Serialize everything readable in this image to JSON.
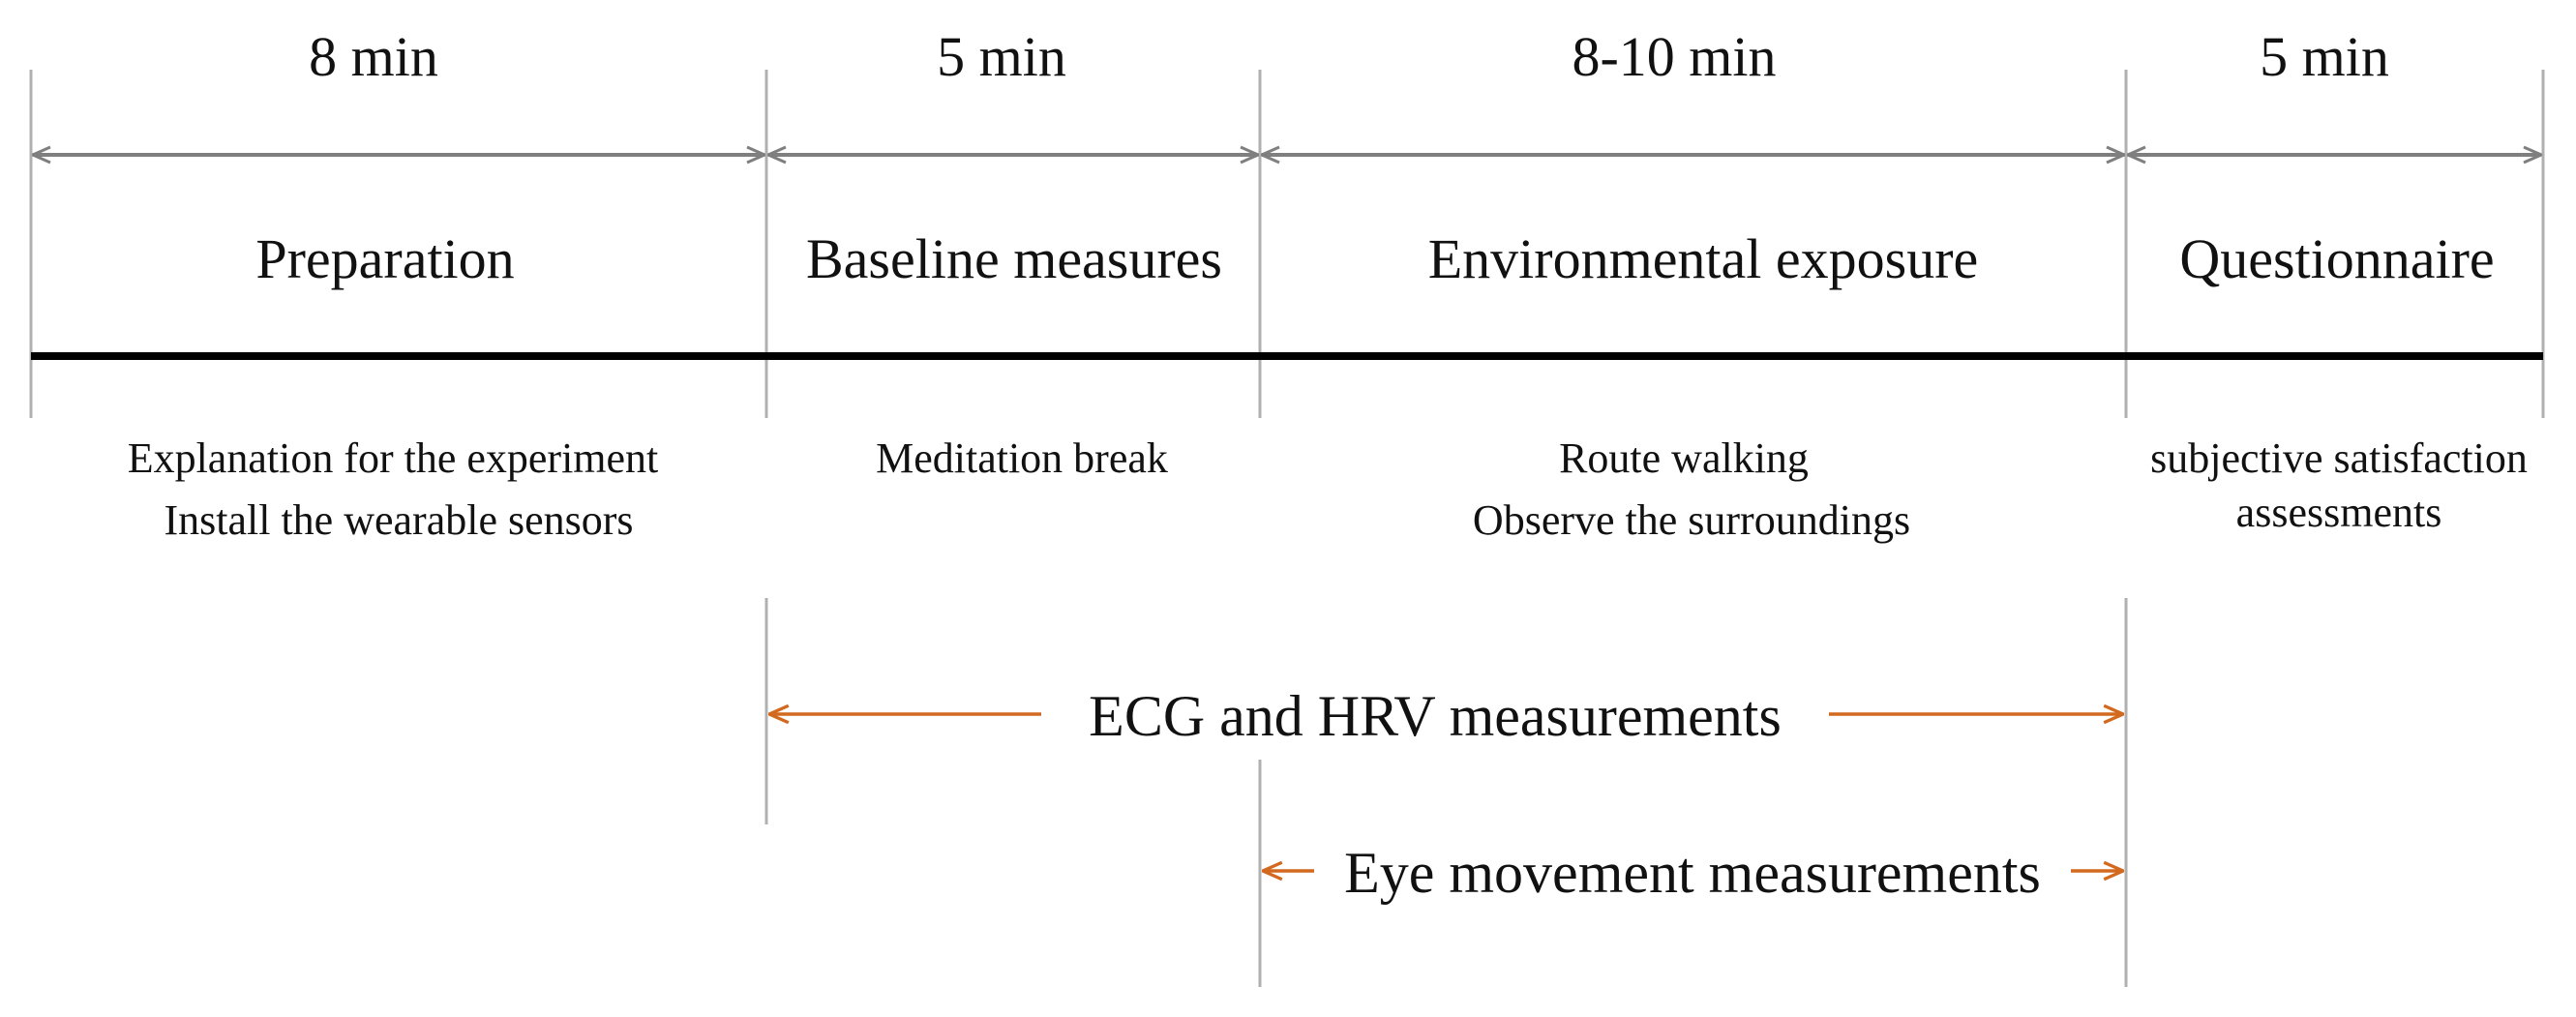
{
  "colors": {
    "timeline_gray": "#7f7f7f",
    "measure_orange": "#d2691e",
    "axis_black": "#000000",
    "text": "#111111"
  },
  "phases": [
    {
      "duration": "8 min",
      "name": "Preparation",
      "description": [
        "Explanation for the experiment",
        "Install the wearable sensors"
      ]
    },
    {
      "duration": "5 min",
      "name": "Baseline measures",
      "description": [
        "Meditation break"
      ]
    },
    {
      "duration": "8-10 min",
      "name": "Environmental exposure",
      "description": [
        "Route walking",
        "Observe the surroundings"
      ]
    },
    {
      "duration": "5 min",
      "name": "Questionnaire",
      "description": [
        "subjective satisfaction",
        "assessments"
      ]
    }
  ],
  "measurements": [
    {
      "label": "ECG and HRV measurements",
      "from_phase": 1,
      "to_phase": 2
    },
    {
      "label": "Eye movement measurements",
      "from_phase": 2,
      "to_phase": 2
    }
  ]
}
